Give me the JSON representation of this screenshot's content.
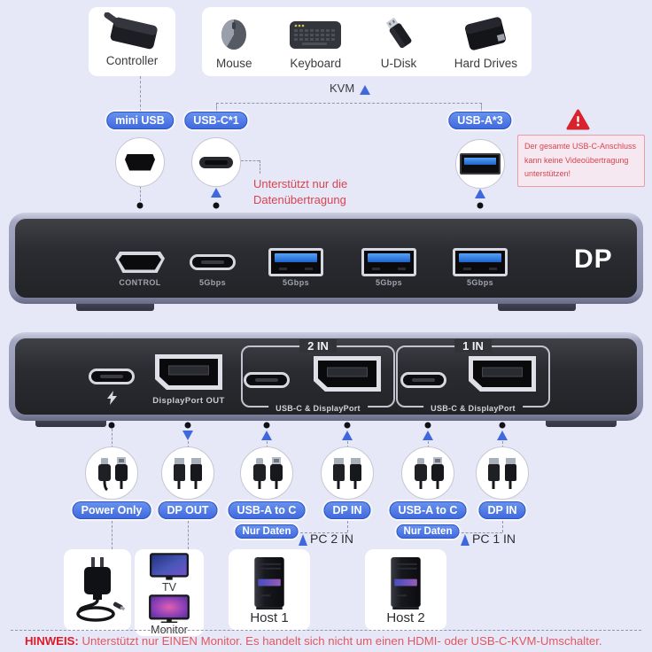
{
  "colors": {
    "background": "#e7e8f7",
    "accent_blue": "#3e68dd",
    "warning_red": "#d8232e",
    "panel_dark": "#2a2b30",
    "usb3_blue": "#2f7be0"
  },
  "top_devices": {
    "controller_label": "Controller",
    "peripherals": [
      {
        "label": "Mouse"
      },
      {
        "label": "Keyboard"
      },
      {
        "label": "U-Disk"
      },
      {
        "label": "Hard Drives"
      }
    ]
  },
  "kvm_label": "KVM",
  "callouts_top": {
    "mini_usb": "mini USB",
    "usb_c": "USB-C*1",
    "usb_a": "USB-A*3",
    "usb_c_note": [
      "Unterstützt nur die",
      "Datenübertragung"
    ],
    "warning": [
      "Der gesamte USB-C-Anschluss",
      "kann keine Videoübertragung",
      "unterstützen!"
    ]
  },
  "panel_top": {
    "control_label": "CONTROL",
    "usbc_label": "5Gbps",
    "usba_labels": [
      "5Gbps",
      "5Gbps",
      "5Gbps"
    ],
    "logo": "DP"
  },
  "panel_bottom": {
    "dp_out_label": "DisplayPort OUT",
    "sections": [
      {
        "title": "2 IN",
        "label": "USB-C & DisplayPort"
      },
      {
        "title": "1 IN",
        "label": "USB-C & DisplayPort"
      }
    ]
  },
  "cable_callouts": [
    {
      "label": "Power Only"
    },
    {
      "label": "DP OUT"
    },
    {
      "label": "USB-A to C",
      "sub": "Nur Daten"
    },
    {
      "label": "DP IN"
    },
    {
      "label": "USB-A to C",
      "sub": "Nur Daten"
    },
    {
      "label": "DP IN"
    }
  ],
  "pc_links": {
    "pc2": "PC 2 IN",
    "pc1": "PC 1 IN"
  },
  "bottom_devices": {
    "tv": "TV",
    "monitor": "Monitor",
    "host1": "Host 1",
    "host2": "Host 2"
  },
  "note": {
    "prefix": "HINWEIS:",
    "body": " Unterstützt nur EINEN Monitor. Es handelt sich nicht um einen HDMI- oder USB-C-KVM-Umschalter."
  }
}
